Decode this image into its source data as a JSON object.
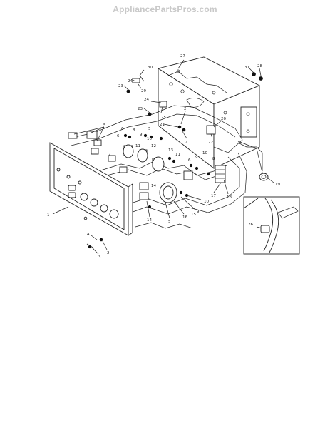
{
  "watermark": "AppliancePartsPros.com",
  "callouts": [
    {
      "id": "c30",
      "label": "30"
    },
    {
      "id": "c24a",
      "label": "24"
    },
    {
      "id": "c23a",
      "label": "23"
    },
    {
      "id": "c29",
      "label": "29"
    },
    {
      "id": "c27",
      "label": "27"
    },
    {
      "id": "c31",
      "label": "31"
    },
    {
      "id": "c28",
      "label": "28"
    },
    {
      "id": "c24b",
      "label": "24"
    },
    {
      "id": "c23b",
      "label": "23"
    },
    {
      "id": "c25",
      "label": "25"
    },
    {
      "id": "c2a",
      "label": "2"
    },
    {
      "id": "c21",
      "label": "21"
    },
    {
      "id": "c20",
      "label": "20"
    },
    {
      "id": "c22",
      "label": "22"
    },
    {
      "id": "c4a",
      "label": "4"
    },
    {
      "id": "c5a",
      "label": "5"
    },
    {
      "id": "c6a",
      "label": "6"
    },
    {
      "id": "c8a",
      "label": "8"
    },
    {
      "id": "c9a",
      "label": "9"
    },
    {
      "id": "c10a",
      "label": "10"
    },
    {
      "id": "c5b",
      "label": "5"
    },
    {
      "id": "c6b",
      "label": "6"
    },
    {
      "id": "c7",
      "label": "7"
    },
    {
      "id": "c11a",
      "label": "11"
    },
    {
      "id": "c12",
      "label": "12"
    },
    {
      "id": "c13",
      "label": "13"
    },
    {
      "id": "c10b",
      "label": "10"
    },
    {
      "id": "c9b",
      "label": "9"
    },
    {
      "id": "c6c",
      "label": "6"
    },
    {
      "id": "c8b",
      "label": "8"
    },
    {
      "id": "c17",
      "label": "17"
    },
    {
      "id": "c18",
      "label": "18"
    },
    {
      "id": "c19",
      "label": "19"
    },
    {
      "id": "c11b",
      "label": "11"
    },
    {
      "id": "c14a",
      "label": "14"
    },
    {
      "id": "c1",
      "label": "1"
    },
    {
      "id": "c14b",
      "label": "14"
    },
    {
      "id": "c16",
      "label": "16"
    },
    {
      "id": "c9c",
      "label": "9"
    },
    {
      "id": "c10c",
      "label": "10"
    },
    {
      "id": "c15",
      "label": "15"
    },
    {
      "id": "c5c",
      "label": "5"
    },
    {
      "id": "c4b",
      "label": "4"
    },
    {
      "id": "c2b",
      "label": "2"
    },
    {
      "id": "c3",
      "label": "3"
    },
    {
      "id": "c26",
      "label": "26"
    }
  ]
}
